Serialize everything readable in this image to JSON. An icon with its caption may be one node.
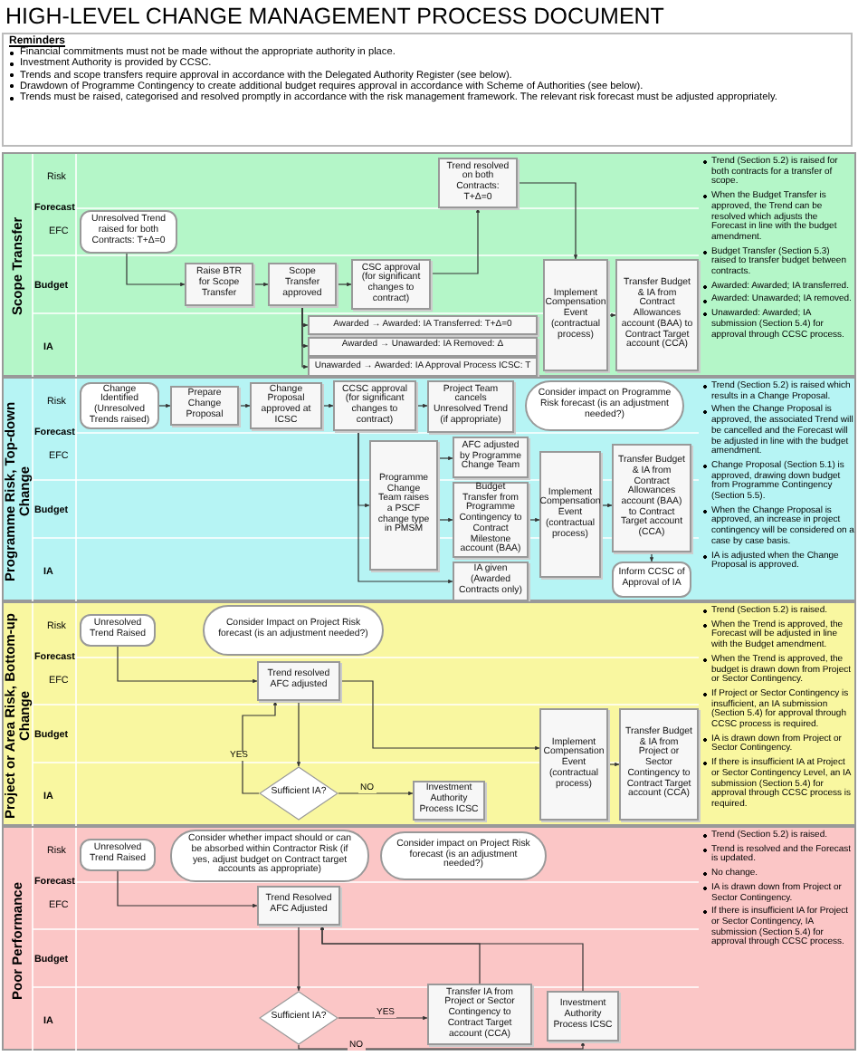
{
  "diagram": {
    "title": "HIGH-LEVEL CHANGE MANAGEMENT PROCESS DOCUMENT",
    "nodes": [
      {
        "text": [
          "Reminders",
          "Financial commitments must not be made without the appropriate authority in place.",
          "Investment Authority is provided by CCSC.",
          "Trends and scope transfers require approval in accordance with the Delegated Authority Register (see below).",
          "Drawdown of Programme Contingency to create additional budget requires approval in accordance with Scheme of Authorities (see below).",
          "Trends must be raised, categorised and resolved promptly in accordance with the risk management framework. The relevant risk forecast must be adjusted appropriately."
        ]
      },
      {
        "text": [
          "Scope Transfer"
        ]
      },
      {
        "text": [
          "Unresolved Trend raised for both Contracts: T+Δ=0"
        ],
        "in": 1
      },
      {
        "text": [
          "Raise BTR for Scope Transfer"
        ],
        "in": 1
      },
      {
        "text": [
          "Scope Transfer approved"
        ],
        "in": 1
      },
      {
        "text": [
          "CSC approval (for significant changes to contract)"
        ],
        "in": 1
      },
      {
        "text": [
          "Trend resolved on both Contracts: T+Δ=0"
        ],
        "in": 1
      },
      {
        "text": [
          "Implement Compensation Event (contractual process)"
        ],
        "in": 1
      },
      {
        "text": [
          "Transfer Budget & IA from Contract Allowances account (BAA) to Contract Target account (CCA)"
        ],
        "in": 1
      },
      {
        "text": [
          "Awarded → Awarded: IA Transferred: T+Δ=0"
        ],
        "in": 1
      },
      {
        "text": [
          "Awarded → Unawarded: IA Removed: Δ"
        ],
        "in": 1
      },
      {
        "text": [
          "Unawarded → Awarded: IA Approval Process ICSC: T"
        ],
        "in": 1
      },
      {
        "text": [
          "Programme Risk, Top-down Change"
        ]
      },
      {
        "text": [
          "Change Identified (Unresolved Trends raised)"
        ],
        "in": 12
      },
      {
        "text": [
          "Prepare Change Proposal"
        ],
        "in": 12
      },
      {
        "text": [
          "Change Proposal approved at ICSC"
        ],
        "in": 12
      },
      {
        "text": [
          "CCSC approval (for significant changes to contract)"
        ],
        "in": 12
      },
      {
        "text": [
          "Project Team cancels Unresolved Trend (if appropriate)"
        ],
        "in": 12
      },
      {
        "text": [
          "Consider impact on Programme Risk forecast (is an adjustment needed?)"
        ],
        "in": 12
      },
      {
        "text": [
          "Programme Change Team raises a PSCF change type in PMSM"
        ],
        "in": 12
      },
      {
        "text": [
          "AFC adjusted by Programme Change Team"
        ],
        "in": 12
      },
      {
        "text": [
          "Budget Transfer from Programme Contingency to Contract Milestone account (BAA)"
        ],
        "in": 12
      },
      {
        "text": [
          "IA given (Awarded Contracts only)"
        ],
        "in": 12
      },
      {
        "text": [
          "Implement Compensation Event (contractual process)"
        ],
        "in": 12
      },
      {
        "text": [
          "Transfer Budget & IA from Contract Allowances account (BAA) to Contract Target account (CCA)"
        ],
        "in": 12
      },
      {
        "text": [
          "Inform CCSC of Approval of IA"
        ],
        "in": 12
      },
      {
        "text": [
          "Project or Area Risk, Bottom-up Change"
        ]
      },
      {
        "text": [
          "Unresolved Trend Raised"
        ],
        "in": 26
      },
      {
        "text": [
          "Consider Impact on Project Risk forecast (is an adjustment needed?)"
        ],
        "in": 26
      },
      {
        "text": [
          "Trend resolved AFC adjusted"
        ],
        "in": 26
      },
      {
        "text": [
          "Sufficient IA?"
        ],
        "in": 26
      },
      {
        "text": [
          "Investment Authority Process ICSC"
        ],
        "in": 26
      },
      {
        "text": [
          "Implement Compensation Event (contractual process)"
        ],
        "in": 26
      },
      {
        "text": [
          "Transfer Budget & IA from Project or Sector Contingency to Contract Target account (CCA)"
        ],
        "in": 26
      },
      {
        "text": [
          "Poor Performance"
        ]
      },
      {
        "text": [
          "Unresolved Trend Raised"
        ],
        "in": 34
      },
      {
        "text": [
          "Consider whether impact should or can be absorbed within Contractor Risk (if yes, adjust budget on Contract target accounts as appropriate)"
        ],
        "in": 34
      },
      {
        "text": [
          "Consider impact on Project Risk forecast (is an adjustment needed?)"
        ],
        "in": 34
      },
      {
        "text": [
          "Trend Resolved AFC Adjusted"
        ],
        "in": 34
      },
      {
        "text": [
          "Sufficient IA?"
        ],
        "in": 34
      },
      {
        "text": [
          "Transfer IA from Project or Sector Contingency to Contract Target account (CCA)"
        ],
        "in": 34
      },
      {
        "text": [
          "Investment Authority Process ICSC"
        ],
        "in": 34
      }
    ],
    "edges": [
      {
        "from": 2,
        "to": 3,
        "arrow": "to"
      },
      {
        "from": 3,
        "to": 4,
        "arrow": "to"
      },
      {
        "from": 4,
        "to": 5,
        "arrow": "to"
      },
      {
        "from": 5,
        "to": 6,
        "arrow": "to"
      },
      {
        "from": 6,
        "to": 7,
        "arrow": "to"
      },
      {
        "from": 7,
        "to": 8,
        "arrow": "to"
      },
      {
        "from": 4,
        "to": 9,
        "arrow": "to"
      },
      {
        "from": 4,
        "to": 10,
        "arrow": "to"
      },
      {
        "from": 4,
        "to": 11,
        "arrow": "to"
      },
      {
        "from": 13,
        "to": 14,
        "arrow": "to"
      },
      {
        "from": 14,
        "to": 15,
        "arrow": "to"
      },
      {
        "from": 15,
        "to": 16,
        "arrow": "to"
      },
      {
        "from": 16,
        "to": 17,
        "arrow": "to"
      },
      {
        "from": 16,
        "to": 19,
        "arrow": "to"
      },
      {
        "from": 19,
        "to": 20,
        "arrow": "to"
      },
      {
        "from": 19,
        "to": 21,
        "arrow": "to"
      },
      {
        "from": 16,
        "to": 22,
        "arrow": "to"
      },
      {
        "from": 21,
        "to": 23,
        "arrow": "to"
      },
      {
        "from": 23,
        "to": 24,
        "arrow": "to"
      },
      {
        "from": 24,
        "to": 25,
        "arrow": "to"
      },
      {
        "from": 27,
        "to": 29,
        "arrow": "to"
      },
      {
        "from": 29,
        "to": 30,
        "arrow": "to"
      },
      {
        "from": 30,
        "to": 29,
        "arrow": "to",
        "label": "YES"
      },
      {
        "from": 30,
        "to": 31,
        "arrow": "to",
        "label": "NO"
      },
      {
        "from": 29,
        "to": 32,
        "arrow": "to"
      },
      {
        "from": 32,
        "to": 33,
        "arrow": "to"
      },
      {
        "from": 35,
        "to": 38,
        "arrow": "to"
      },
      {
        "from": 38,
        "to": 39,
        "arrow": "to"
      },
      {
        "from": 39,
        "to": 40,
        "arrow": "to",
        "label": "YES"
      },
      {
        "from": 39,
        "to": 41,
        "arrow": "to",
        "label": "NO"
      },
      {
        "from": 40,
        "to": 38,
        "arrow": "to"
      },
      {
        "from": 41,
        "to": 38,
        "arrow": "to"
      }
    ],
    "labels": [
      "Risk",
      "Forecast",
      "EFC",
      "Budget",
      "IA",
      "Trend (Section 5.2) is raised for both contracts for a transfer of scope.",
      "When the Budget Transfer is approved, the Trend can be resolved which adjusts the Forecast in line with the budget amendment.",
      "Budget Transfer (Section 5.3) raised to transfer budget between contracts.",
      "Awarded: Awarded; IA transferred.",
      "Awarded: Unawarded; IA removed.",
      "Unawarded: Awarded; IA submission (Section 5.4) for approval through CCSC process.",
      "Risk",
      "Forecast",
      "EFC",
      "Budget",
      "IA",
      "Trend (Section 5.2) is raised which results in a Change Proposal.",
      "When the Change Proposal is approved, the associated Trend will be cancelled and the Forecast will be adjusted in line with the budget amendment.",
      "Change Proposal (Section 5.1) is approved, drawing down budget from Programme Contingency (Section 5.5).",
      "When the Change Proposal is approved, an increase in project contingency will be considered on a case by case basis.",
      "IA is adjusted when the Change Proposal is approved.",
      "Risk",
      "Forecast",
      "EFC",
      "Budget",
      "IA",
      "Trend (Section 5.2) is raised.",
      "When the Trend is approved, the Forecast will be adjusted in line with the Budget amendment.",
      "When the Trend is approved, the budget is drawn down from Project or Sector Contingency.",
      "If Project or Sector Contingency is insufficient, an IA submission (Section 5.4) for approval through CCSC process is required.",
      "IA is drawn down from Project or Sector Contingency.",
      "If there is insufficient IA at Project or Sector Contingency Level, an IA submission (Section 5.4) for approval through CCSC process is required.",
      "Risk",
      "Forecast",
      "EFC",
      "Budget",
      "IA",
      "Trend (Section 5.2) is raised.",
      "Trend is resolved and the Forecast is updated.",
      "No change.",
      "IA is drawn down from Project or Sector Contingency.",
      "If there is insufficient IA for Project or Sector Contingency, IA submission (Section 5.4) for approval through CCSC process."
    ]
  }
}
